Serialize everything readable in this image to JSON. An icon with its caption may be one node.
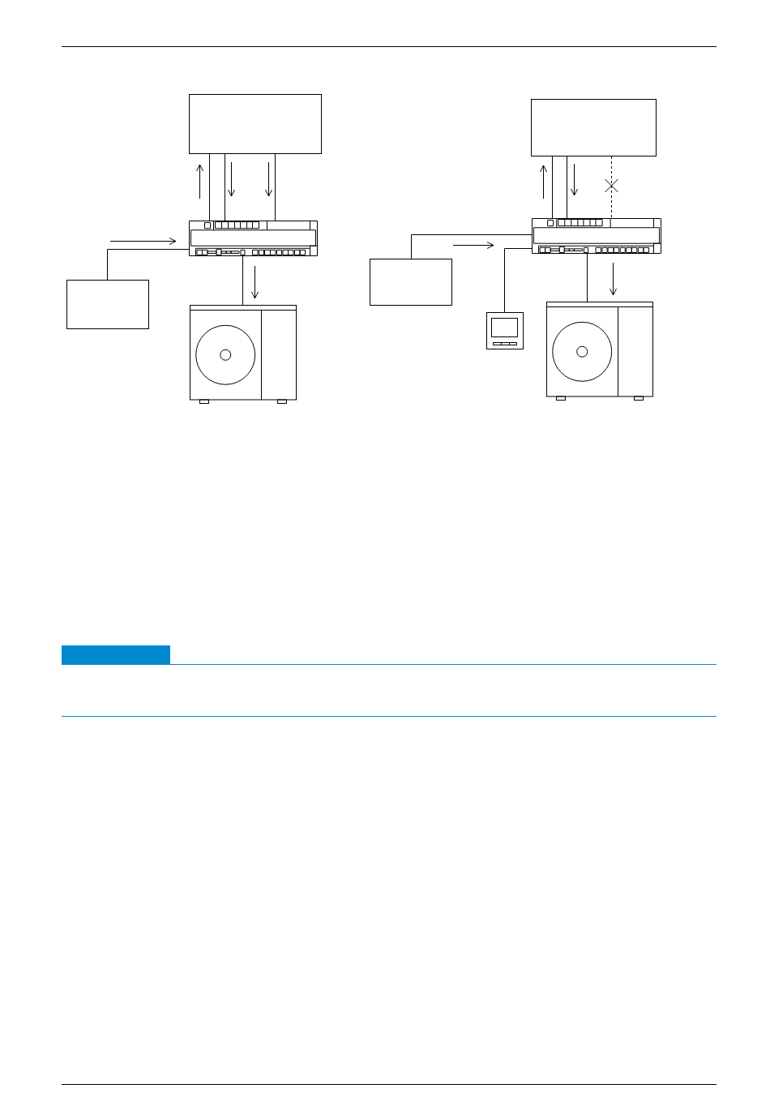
{
  "diagram": {
    "nodes": [
      {
        "text": [],
        "shape": "box"
      },
      {
        "text": [],
        "shape": "picture"
      },
      {
        "text": [],
        "shape": "box"
      },
      {
        "text": [],
        "shape": "picture"
      },
      {
        "text": [],
        "shape": "box"
      },
      {
        "text": [],
        "shape": "picture"
      },
      {
        "text": [],
        "shape": "box"
      },
      {
        "text": [],
        "shape": "picture"
      },
      {
        "text": [],
        "shape": "picture"
      },
      {
        "text": [],
        "shape": "bar"
      }
    ],
    "edges": [
      {
        "from": 1,
        "to": 0,
        "arrow": "none"
      },
      {
        "from": 0,
        "to": 1,
        "arrow": "none"
      },
      {
        "from": 0,
        "to": 1,
        "arrow": "none"
      },
      {
        "from": 2,
        "to": 1,
        "arrow": "none"
      },
      {
        "from": 1,
        "to": 3,
        "arrow": "none"
      },
      {
        "from": 5,
        "to": 4,
        "arrow": "none"
      },
      {
        "from": 4,
        "to": 5,
        "arrow": "none"
      },
      {
        "from": 4,
        "to": 5,
        "arrow": "none",
        "style": "dashed"
      },
      {
        "from": 6,
        "to": 5,
        "arrow": "none"
      },
      {
        "from": 7,
        "to": 5,
        "arrow": "none"
      },
      {
        "from": 5,
        "to": 8,
        "arrow": "none"
      }
    ]
  }
}
